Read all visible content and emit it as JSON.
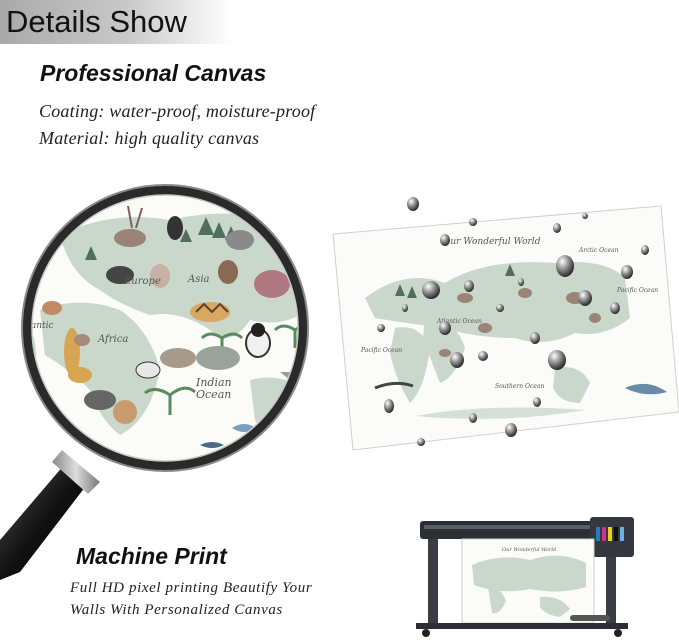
{
  "banner": {
    "title": "Details Show"
  },
  "section_canvas": {
    "heading": "Professional Canvas",
    "coating": "Coating: water-proof, moisture-proof",
    "material": "Material: high quality canvas"
  },
  "section_print": {
    "heading": "Machine Print",
    "line1": "Full HD pixel printing Beautify Your",
    "line2": "Walls With Personalized Canvas"
  },
  "magnified_map": {
    "labels": [
      "Europe",
      "Asia",
      "Africa",
      "Indian Ocean",
      "Atlantic"
    ]
  },
  "poster": {
    "title": "Our Wonderful World",
    "labels": [
      "Arctic Ocean",
      "Pacific Ocean",
      "Atlantic Ocean",
      "Pacific Ocean",
      "Southern Ocean"
    ]
  },
  "printer_poster": {
    "title": "Our Wonderful World"
  },
  "colors": {
    "map_green": "#c9d9cc",
    "lens_rim": "#2a2a2a",
    "banner_gray": "#b5b5b5"
  }
}
